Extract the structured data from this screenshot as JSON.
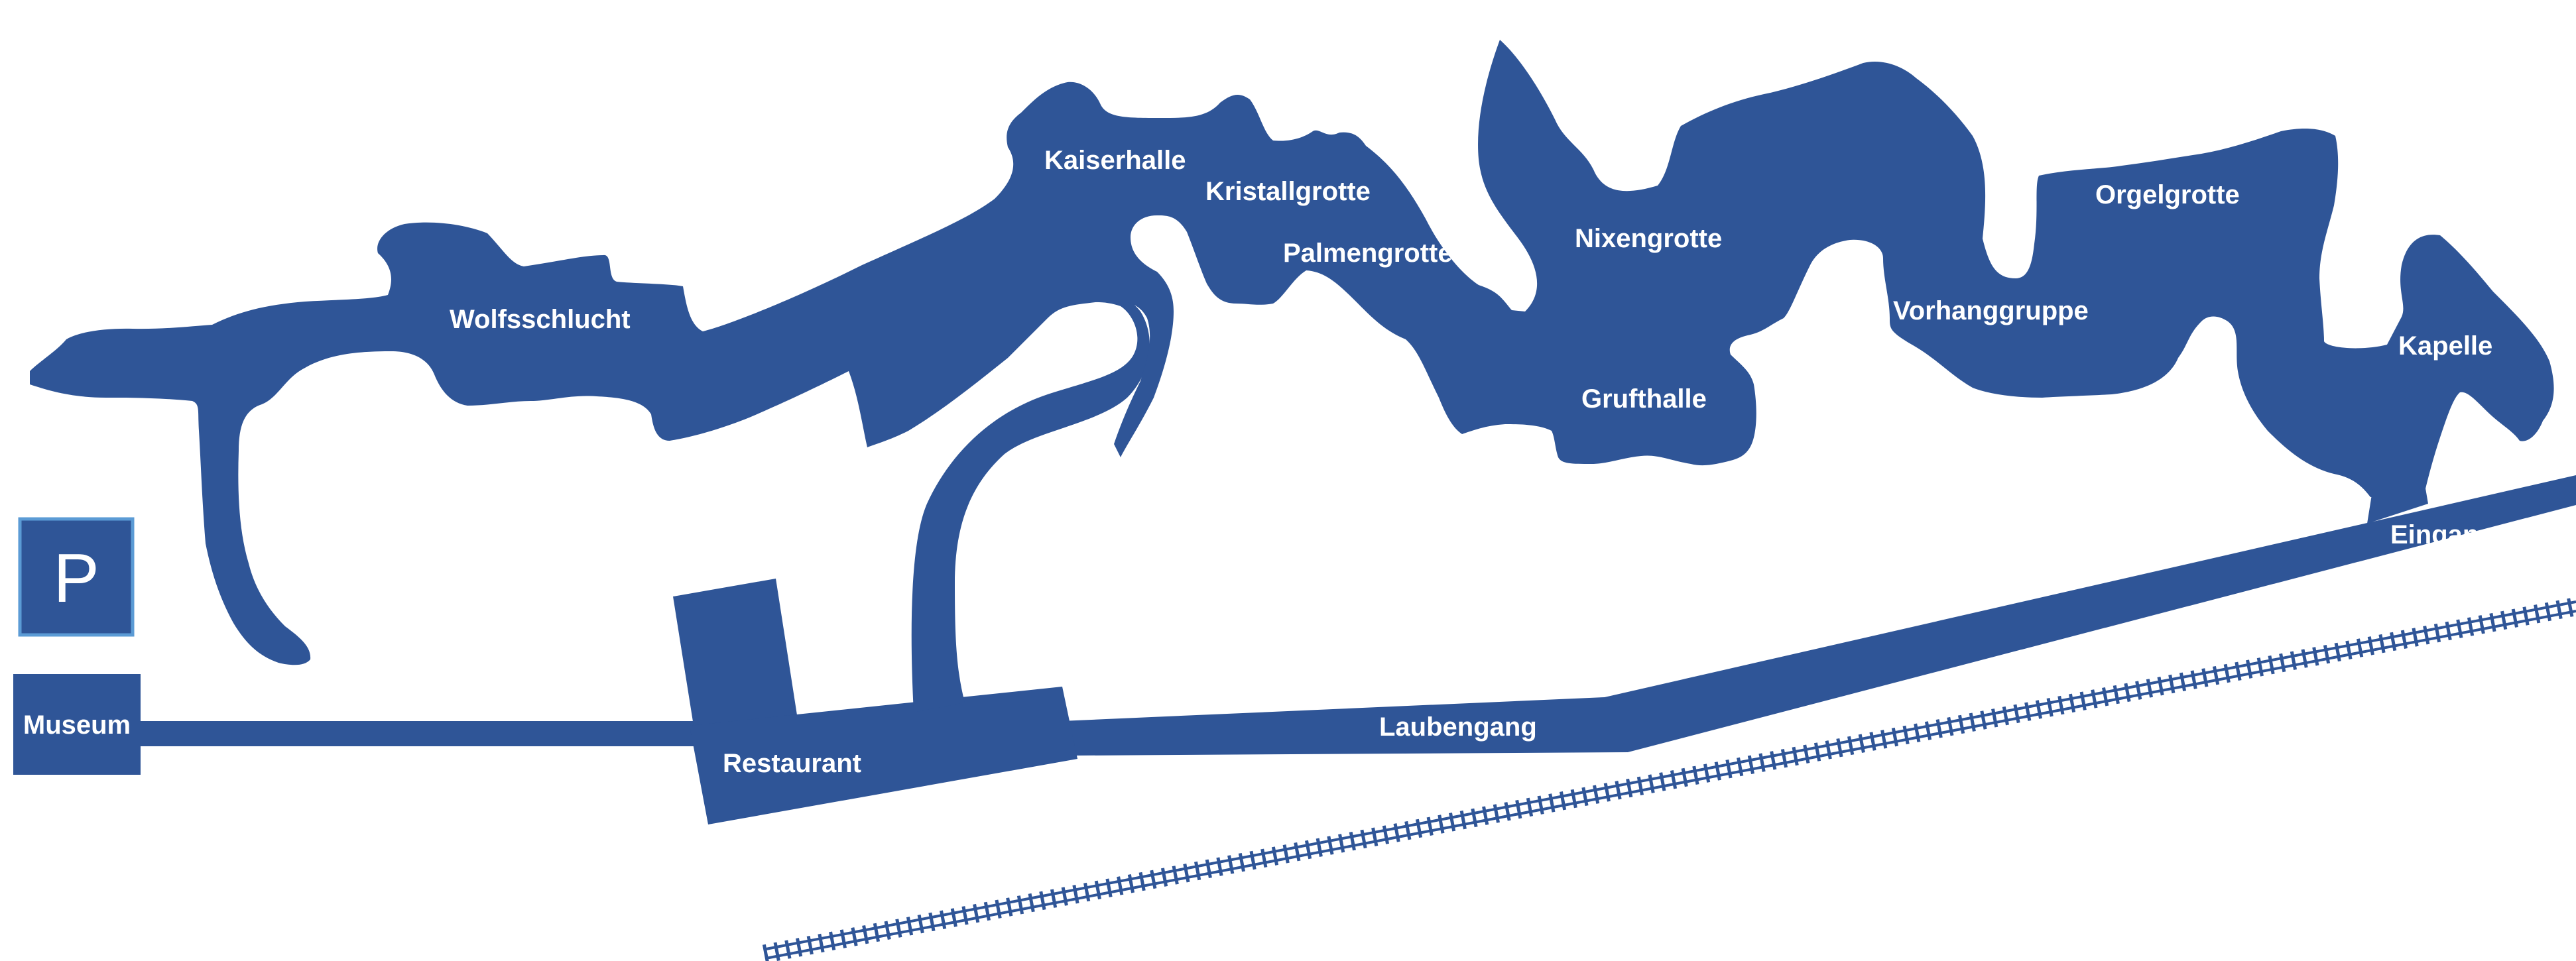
{
  "colors": {
    "cave": "#2f5597",
    "background": "#ffffff",
    "label": "#ffffff",
    "parking_border": "#4a86d8"
  },
  "icons": {
    "parking": "parking-sign-icon",
    "railway": "railway-track-icon"
  },
  "labels": {
    "parking": "P",
    "museum": "Museum",
    "restaurant": "Restaurant",
    "laubengang": "Laubengang",
    "eingang": "Eingang",
    "wolfsschlucht": "Wolfsschlucht",
    "kaiserhalle": "Kaiserhalle",
    "kristallgrotte": "Kristallgrotte",
    "palmengrotte": "Palmengrotte",
    "nixengrotte": "Nixengrotte",
    "grufthalle": "Grufthalle",
    "vorhanggruppe": "Vorhanggruppe",
    "orgelgrotte": "Orgelgrotte",
    "kapelle": "Kapelle"
  }
}
